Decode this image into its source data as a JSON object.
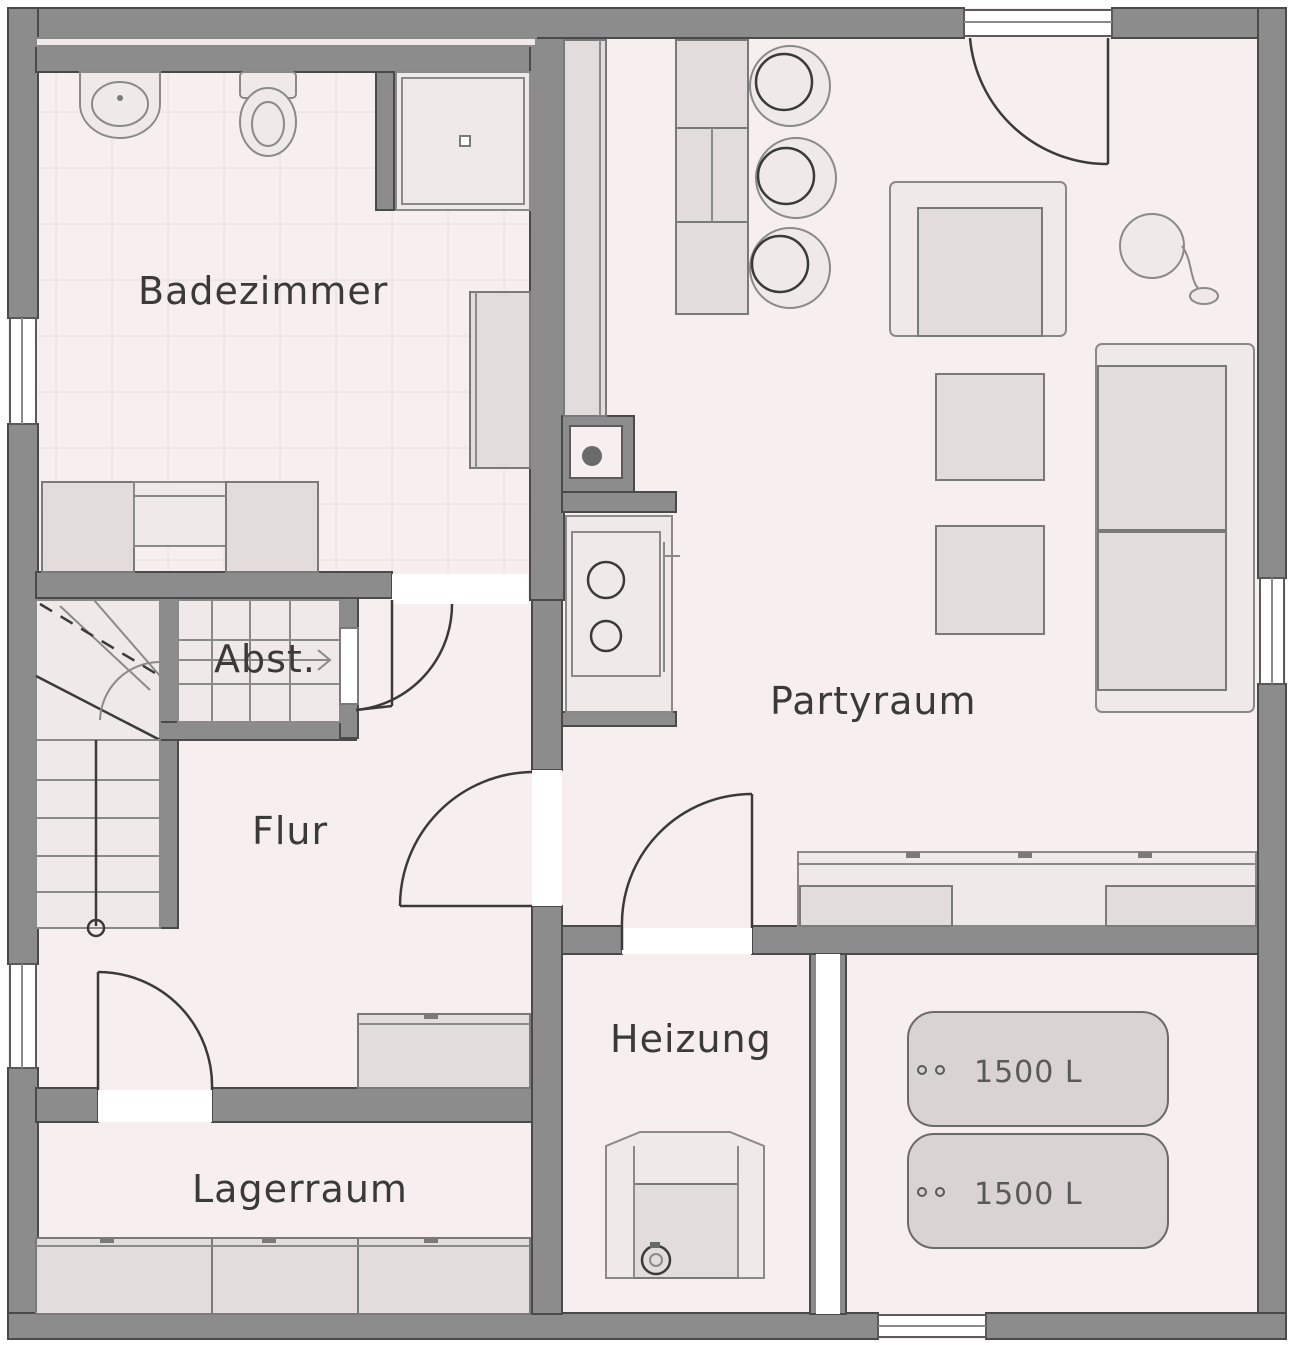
{
  "rooms": {
    "badezimmer": "Badezimmer",
    "partyraum": "Partyraum",
    "abst": "Abst.",
    "flur": "Flur",
    "heizung": "Heizung",
    "lagerraum": "Lagerraum"
  },
  "tanks": [
    {
      "label": "1500   L"
    },
    {
      "label": "1500   L"
    }
  ],
  "colors": {
    "floor": "#f7efef",
    "wall": "#8c8c8c",
    "wall_outline": "#4a4a4a",
    "furniture": "#e2dcdc"
  }
}
